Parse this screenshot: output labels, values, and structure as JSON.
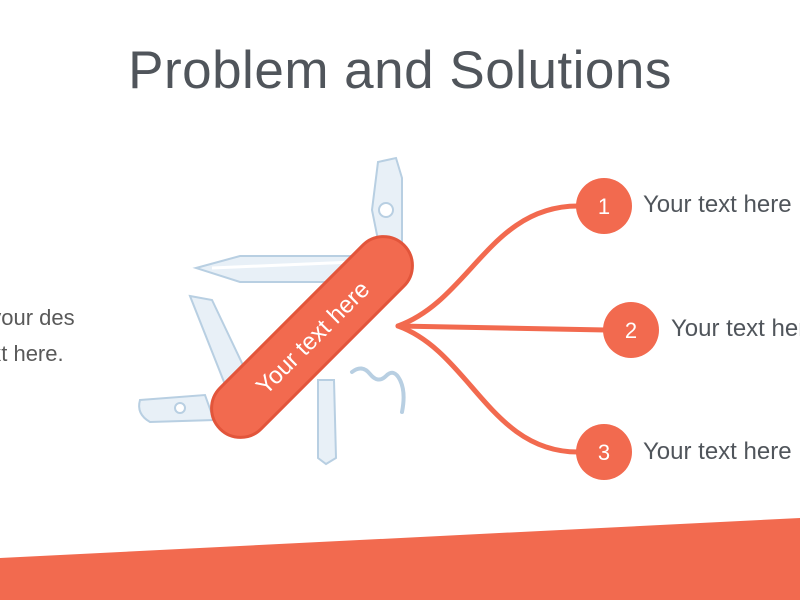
{
  "slide": {
    "title": "Problem and Solutions",
    "description_lines": [
      "t your des",
      "ext here."
    ],
    "knife_label": "Your text here",
    "solutions": [
      {
        "number": "1",
        "text": "Your text here"
      },
      {
        "number": "2",
        "text": "Your text here"
      },
      {
        "number": "3",
        "text": "Your text here"
      }
    ]
  },
  "colors": {
    "accent": "#f26a4f",
    "blade_fill": "#e8f0f7",
    "blade_stroke": "#b8cfe2",
    "title": "#50555b"
  }
}
